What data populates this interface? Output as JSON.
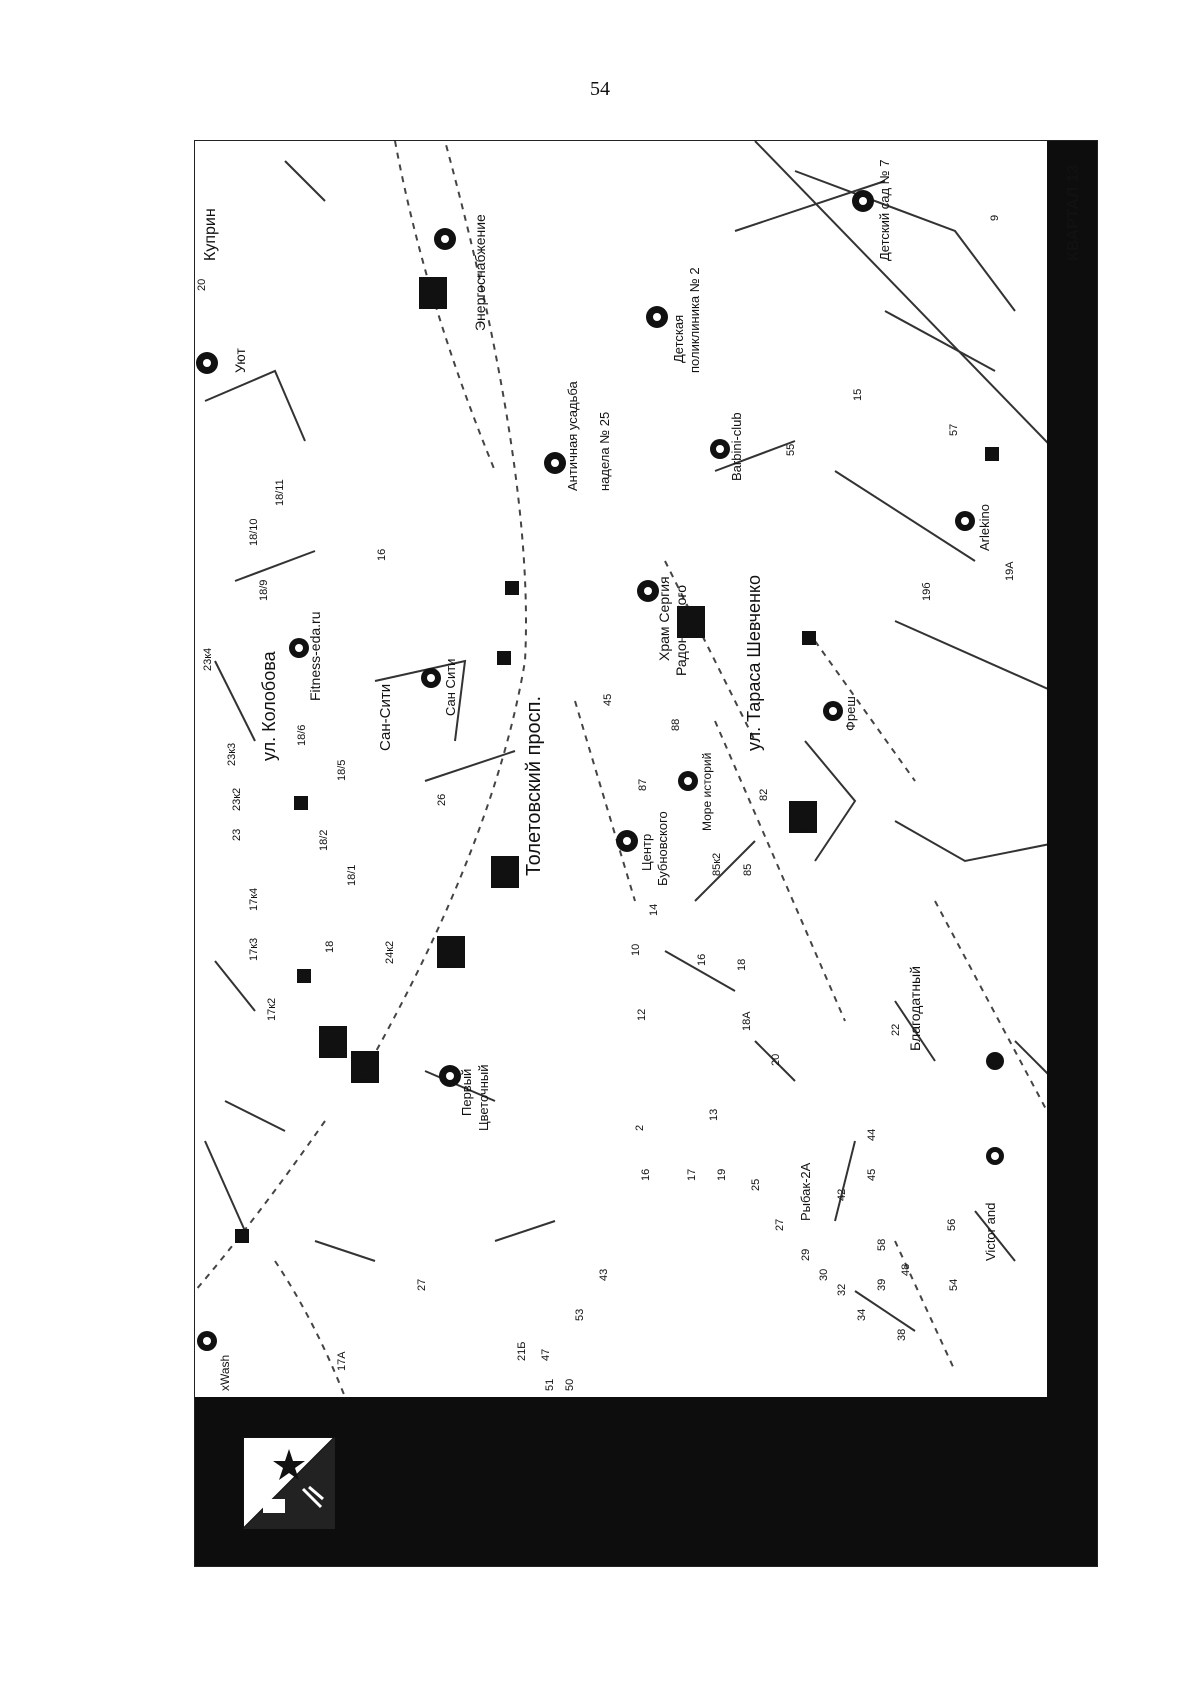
{
  "page_number": "54",
  "quarter_title": "КВАРТАЛ 13",
  "streets": {
    "kolobova": "ул. Колобова",
    "toletovsky": "Толетовский просп.",
    "shevchenko": "ул. Тараса Шевченко",
    "kuprin": "Куприн"
  },
  "pois": {
    "uyut": "Уют",
    "energo": "Энергоснабжение",
    "fitness": "Fitness-eda.ru",
    "san_city_1": "Сан-Сити",
    "san_city_2": "Сан Сити",
    "antique": "Античная усадьба",
    "antique_2": "надела № 25",
    "children_clinic": "Детская",
    "children_clinic_2": "поликлиника № 2",
    "kindergarten": "Детский сад № 7",
    "barbini": "Barbini-club",
    "temple": "Храм Сергия",
    "temple_2": "Радонежского",
    "arlekino": "Arlekino",
    "fresh": "Фреш",
    "more_istorii": "Море историй",
    "center_bubnovsky": "Центр",
    "center_bubnovsky_2": "Бубновского",
    "pervy": "Первый",
    "pervy_2": "Цветочный",
    "blagodatny": "Благодатный",
    "rybak": "Рыбак-2А",
    "victor": "Victor and",
    "wash": "xWash"
  },
  "markers": [
    "5022",
    "5076",
    "5028",
    "5010",
    "5260",
    "2022",
    "105"
  ],
  "house_numbers": [
    "20",
    "18/10",
    "18/11",
    "18/9",
    "23к4",
    "23к3",
    "23к2",
    "23",
    "18/6",
    "18/5",
    "18/2",
    "18/1",
    "17к4",
    "17к3",
    "17к2",
    "18",
    "24к2",
    "26",
    "16",
    "45",
    "88",
    "87",
    "85к2",
    "85",
    "82",
    "55",
    "15",
    "57",
    "9",
    "19б",
    "19А",
    "10",
    "14",
    "12",
    "16",
    "18",
    "18А",
    "20",
    "22",
    "13",
    "2",
    "16",
    "17",
    "19",
    "25",
    "27",
    "29",
    "30",
    "32",
    "34",
    "39",
    "38",
    "43",
    "44",
    "45",
    "42",
    "48",
    "56",
    "54",
    "58",
    "21Б",
    "47",
    "51",
    "50",
    "53",
    "17А",
    "27"
  ],
  "colors": {
    "bar": "#0d0d0d",
    "marker": "#111111",
    "street": "#333333"
  },
  "icons": [
    "location-pin-icon",
    "bus-stop-icon",
    "emblem-icon"
  ]
}
